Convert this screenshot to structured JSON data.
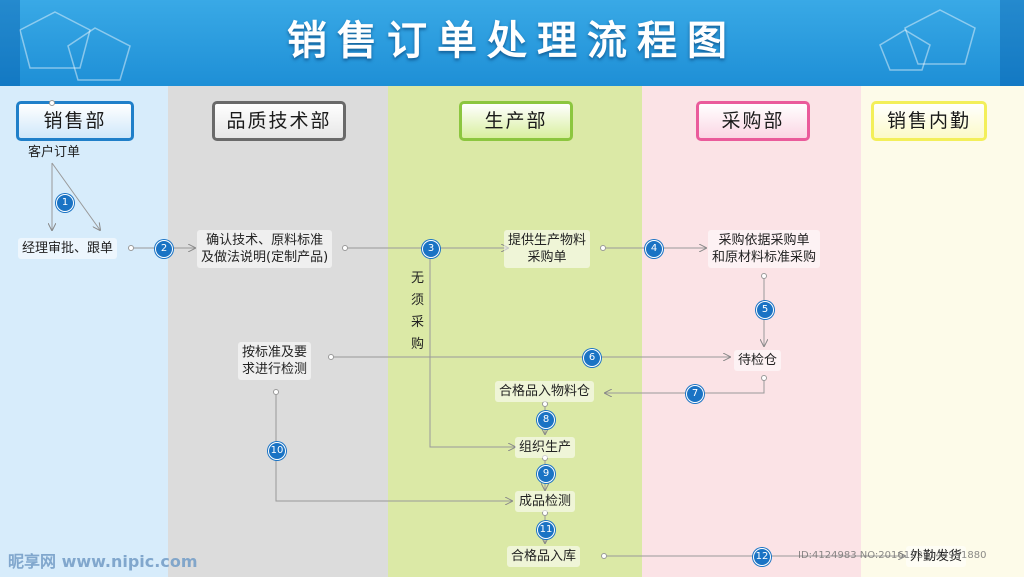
{
  "title": "销售订单处理流程图",
  "lanes": [
    {
      "label": "销售部",
      "bg": "#d7ecfb",
      "head_bg": "#1f7fc9",
      "head_border": "#1f7fc9"
    },
    {
      "label": "品质技术部",
      "bg": "#dcdcdc",
      "head_bg": "#6a6a6a",
      "head_border": "#6a6a6a"
    },
    {
      "label": "生产部",
      "bg": "#dbe9a6",
      "head_bg": "#8cc63f",
      "head_border": "#8cc63f"
    },
    {
      "label": "采购部",
      "bg": "#fbe3e6",
      "head_bg": "#ea5b9b",
      "head_border": "#ea5b9b"
    },
    {
      "label": "销售内勤",
      "bg": "#fdfbe9",
      "head_bg": "#f3ef5a",
      "head_border": "#f3ef5a"
    }
  ],
  "nodes": {
    "customer_order": "客户订单",
    "manager_review": "经理审批、跟单",
    "confirm_tech_1": "确认技术、原料标准",
    "confirm_tech_2": "及做法说明(定制产品)",
    "provide_material_1": "提供生产物料",
    "provide_material_2": "采购单",
    "purchase_1": "采购依据采购单",
    "purchase_2": "和原材料标准采购",
    "no_purchase": "无须采购",
    "standard_test_1": "按标准及要",
    "standard_test_2": "求进行检测",
    "pending_warehouse": "待检仓",
    "qualified_material": "合格品入物料仓",
    "organize_production": "组织生产",
    "finished_test": "成品检测",
    "qualified_storage": "合格品入库",
    "ship_out": "外勤发货"
  },
  "steps": [
    "1",
    "2",
    "3",
    "4",
    "5",
    "6",
    "7",
    "8",
    "9",
    "10",
    "11",
    "12"
  ],
  "watermark": {
    "logo": "昵享网 www.nipic.com",
    "id": "ID:4124983 NO:20161229144991880"
  }
}
